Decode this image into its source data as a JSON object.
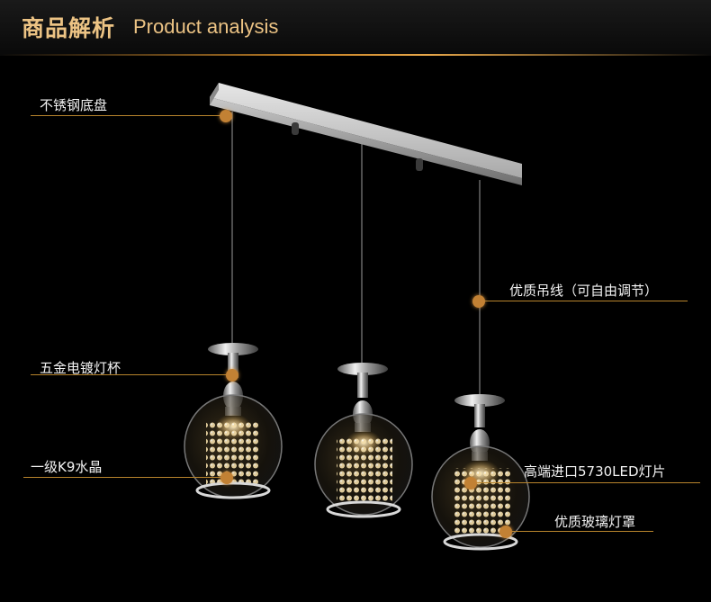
{
  "header": {
    "title_cn": "商品解析",
    "title_en": "Product analysis"
  },
  "annotations": {
    "base_plate": "不锈钢底盘",
    "cable": "优质吊线（可自由调节）",
    "cup": "五金电镀灯杯",
    "crystal": "一级K9水晶",
    "led": "高端进口5730LED灯片",
    "glass": "优质玻璃灯罩"
  },
  "colors": {
    "accent": "#c28134",
    "title": "#ecc384",
    "background": "#000000"
  }
}
